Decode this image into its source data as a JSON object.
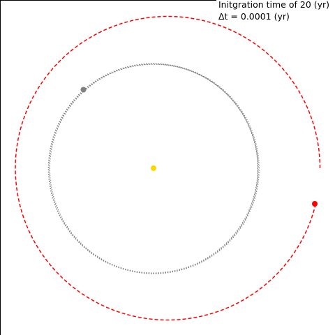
{
  "chart_data": {
    "type": "line",
    "title": "",
    "xlabel": "",
    "ylabel": "",
    "grid": false,
    "legend": "none",
    "axes_visible": false,
    "annotations": [
      "Initgration time of 20 (yr)",
      "Δt = 0.0001 (yr)"
    ],
    "bodies": [
      {
        "role": "central",
        "color": "#FFD700",
        "position": [
          0,
          0
        ]
      },
      {
        "role": "inner",
        "color": "#808080",
        "position": [
          -0.67,
          0.75
        ]
      },
      {
        "role": "outer",
        "color": "#FF0000",
        "position": [
          1.54,
          -0.34
        ]
      }
    ],
    "series": [
      {
        "color": "#808080",
        "style": "dotted",
        "semi_major_axis": 1.0,
        "x": [
          1.0,
          0.707,
          0.0,
          -0.707,
          -1.0,
          -0.707,
          0.0,
          0.707,
          1.0
        ],
        "y": [
          0.0,
          0.707,
          1.0,
          0.707,
          0.0,
          -0.707,
          -1.0,
          -0.707,
          0.0
        ]
      },
      {
        "color": "#FF0000",
        "style": "dashed",
        "semi_major_axis": 1.5,
        "x": [
          1.59,
          1.38,
          0.87,
          0.14,
          -0.6,
          -1.3,
          -1.32,
          -0.77,
          0.14,
          0.92,
          1.49,
          1.54
        ],
        "y": [
          0.0,
          0.77,
          1.28,
          1.45,
          1.35,
          0.8,
          -0.6,
          -1.25,
          -1.45,
          -1.2,
          -0.57,
          -0.34
        ]
      }
    ],
    "xlim": [
      -2.3,
      1.73
    ],
    "ylim": [
      -1.6,
      1.6
    ]
  }
}
